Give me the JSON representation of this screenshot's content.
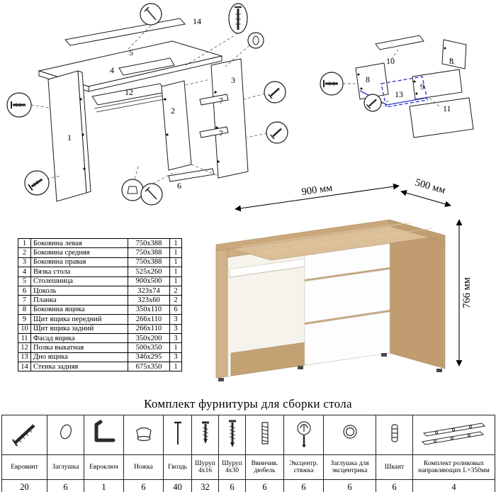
{
  "diagrams": {
    "left": {
      "labels": [
        "14",
        "5",
        "4",
        "12",
        "2",
        "3",
        "7",
        "7",
        "1",
        "6"
      ]
    },
    "right": {
      "labels": [
        "10",
        "8",
        "8",
        "9",
        "11",
        "13"
      ]
    }
  },
  "desk": {
    "width_label": "900 мм",
    "depth_label": "500 мм",
    "height_label": "766 мм",
    "wood_color": "#cfae83",
    "drawer_color": "#fdfdfd"
  },
  "parts_table": {
    "rows": [
      {
        "num": "1",
        "name": "Боковина левая",
        "size": "750х388",
        "qty": "1"
      },
      {
        "num": "2",
        "name": "Боковина средняя",
        "size": "750х388",
        "qty": "1"
      },
      {
        "num": "3",
        "name": "Боковина правая",
        "size": "750х388",
        "qty": "1"
      },
      {
        "num": "4",
        "name": "Вязка стола",
        "size": "525х260",
        "qty": "1"
      },
      {
        "num": "5",
        "name": "Столешница",
        "size": "900х500",
        "qty": "1"
      },
      {
        "num": "6",
        "name": "Цоколь",
        "size": "323х74",
        "qty": "2"
      },
      {
        "num": "7",
        "name": "Планка",
        "size": "323х60",
        "qty": "2"
      },
      {
        "num": "8",
        "name": "Боковина ящика",
        "size": "350х110",
        "qty": "6"
      },
      {
        "num": "9",
        "name": "Щит ящика передний",
        "size": "266х110",
        "qty": "3"
      },
      {
        "num": "10",
        "name": "Щит ящика задний",
        "size": "266х110",
        "qty": "3"
      },
      {
        "num": "11",
        "name": "Фасад ящика",
        "size": "350х200",
        "qty": "3"
      },
      {
        "num": "12",
        "name": "Полка выкатная",
        "size": "500х350",
        "qty": "1"
      },
      {
        "num": "13",
        "name": "Дно ящика",
        "size": "346х295",
        "qty": "3"
      },
      {
        "num": "14",
        "name": "Стенка задняя",
        "size": "675х350",
        "qty": "1"
      }
    ]
  },
  "hardware": {
    "title": "Комплект фурнитуры для сборки стола",
    "items": [
      {
        "icon": "eurovint-icon",
        "label": "Евровинт",
        "qty": "20"
      },
      {
        "icon": "plug-icon",
        "label": "Заглушка",
        "qty": "6"
      },
      {
        "icon": "hex-key-icon",
        "label": "Евроключ",
        "qty": "1"
      },
      {
        "icon": "leg-icon",
        "label": "Ножка",
        "qty": "6"
      },
      {
        "icon": "nail-icon",
        "label": "Гвоздь",
        "qty": "40"
      },
      {
        "icon": "screw-4x16-icon",
        "label": "Шуруп 4х16",
        "qty": "32"
      },
      {
        "icon": "screw-4x30-icon",
        "label": "Шуруп 4х30",
        "qty": "6"
      },
      {
        "icon": "dowel-screw-icon",
        "label": "Ввинчив. дюбель",
        "qty": "6"
      },
      {
        "icon": "cam-lock-icon",
        "label": "Эксцентр. стяжка",
        "qty": "6"
      },
      {
        "icon": "cam-plug-icon",
        "label": "Заглушка для эксцентрика",
        "qty": "6"
      },
      {
        "icon": "wood-dowel-icon",
        "label": "Шкант",
        "qty": "6"
      },
      {
        "icon": "roller-guides-icon",
        "label": "Комплект роликовых направляющих L=350мм",
        "qty": "4"
      }
    ]
  }
}
